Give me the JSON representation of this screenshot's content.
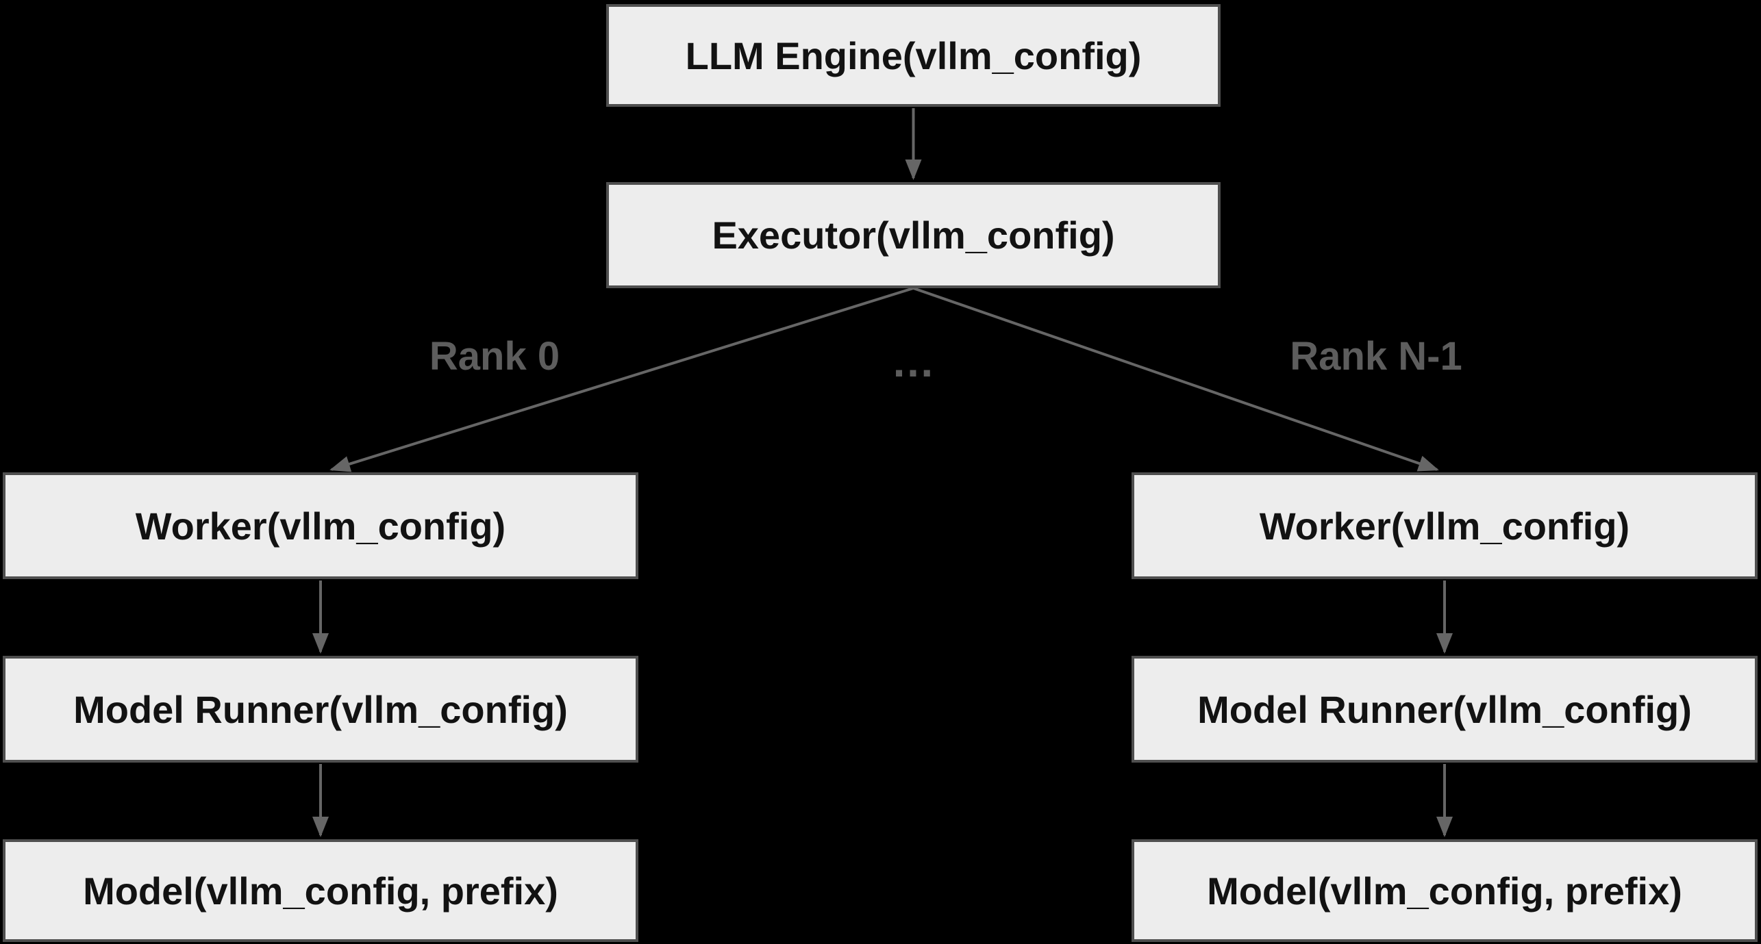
{
  "diagram": {
    "nodes": {
      "llm_engine": {
        "label": "LLM Engine(vllm_config)"
      },
      "executor": {
        "label": "Executor(vllm_config)"
      },
      "worker_0": {
        "label": "Worker(vllm_config)"
      },
      "worker_n": {
        "label": "Worker(vllm_config)"
      },
      "model_runner_0": {
        "label": "Model Runner(vllm_config)"
      },
      "model_runner_n": {
        "label": "Model Runner(vllm_config)"
      },
      "model_0": {
        "label": "Model(vllm_config, prefix)"
      },
      "model_n": {
        "label": "Model(vllm_config, prefix)"
      }
    },
    "edges": [
      {
        "from": "llm_engine",
        "to": "executor"
      },
      {
        "from": "executor",
        "to": "worker_0",
        "label": "Rank 0"
      },
      {
        "from": "executor",
        "to": "worker_n",
        "label": "Rank N-1"
      },
      {
        "from": "worker_0",
        "to": "model_runner_0"
      },
      {
        "from": "model_runner_0",
        "to": "model_0"
      },
      {
        "from": "worker_n",
        "to": "model_runner_n"
      },
      {
        "from": "model_runner_n",
        "to": "model_n"
      }
    ],
    "annotations": {
      "ellipsis": "…"
    },
    "colors": {
      "background": "#000000",
      "node_fill": "#ededed",
      "node_border": "#4f4f4f",
      "node_text": "#121212",
      "edge": "#666666",
      "edge_label": "#5d5d5d"
    }
  }
}
